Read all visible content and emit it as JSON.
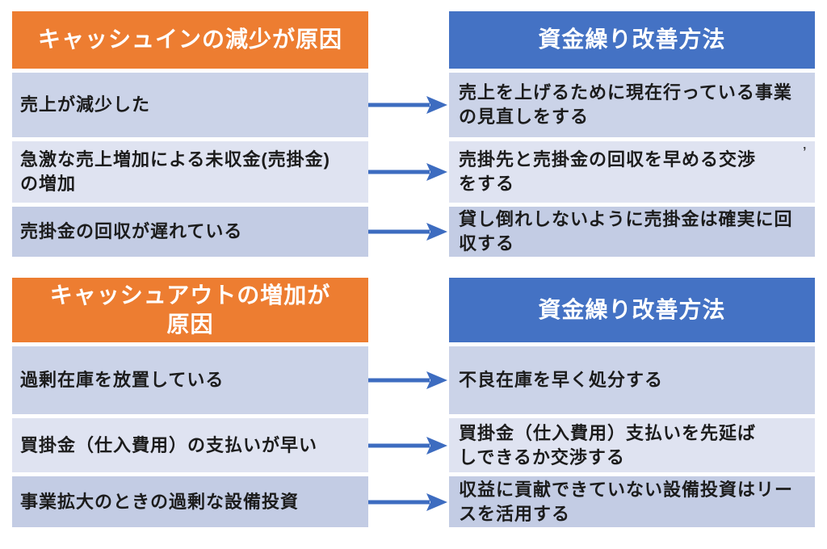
{
  "colors": {
    "cause_header_bg": "#ED7D31",
    "method_header_bg": "#4472C4",
    "header_text": "#ffffff",
    "row_dark_bg": "#CBD3E8",
    "row_light_bg": "#DFE3F1",
    "row_darker_bg": "#C3CCE4",
    "arrow_blue": "#3D6CC0",
    "body_text": "#1c1c1c",
    "page_bg": "#ffffff"
  },
  "sections": [
    {
      "cause_header": "キャッシュインの減少が原因",
      "method_header": "資金繰り改善方法",
      "rows": [
        {
          "cause": "売上が減少した",
          "method": "売上を上げるために現在行っている事業\nの見直しをする"
        },
        {
          "cause": "急激な売上増加による未収金(売掛金)\nの増加",
          "method": "売掛先と売掛金の回収を早める交渉\nをする"
        },
        {
          "cause": "売掛金の回収が遅れている",
          "method": "貸し倒れしないように売掛金は確実に回\n収する"
        }
      ]
    },
    {
      "cause_header": "キャッシュアウトの増加が\n原因",
      "method_header": "資金繰り改善方法",
      "rows": [
        {
          "cause": "過剰在庫を放置している",
          "method": "不良在庫を早く処分する"
        },
        {
          "cause": "買掛金（仕入費用）の支払いが早い",
          "method": "買掛金（仕入費用）支払いを先延ば\nしできるか交渉する"
        },
        {
          "cause": "事業拡大のときの過剰な設備投資",
          "method": "収益に貢献できていない設備投資はリー\nスを活用する"
        }
      ]
    }
  ],
  "artifacts": {
    "stray_mark": "’"
  }
}
